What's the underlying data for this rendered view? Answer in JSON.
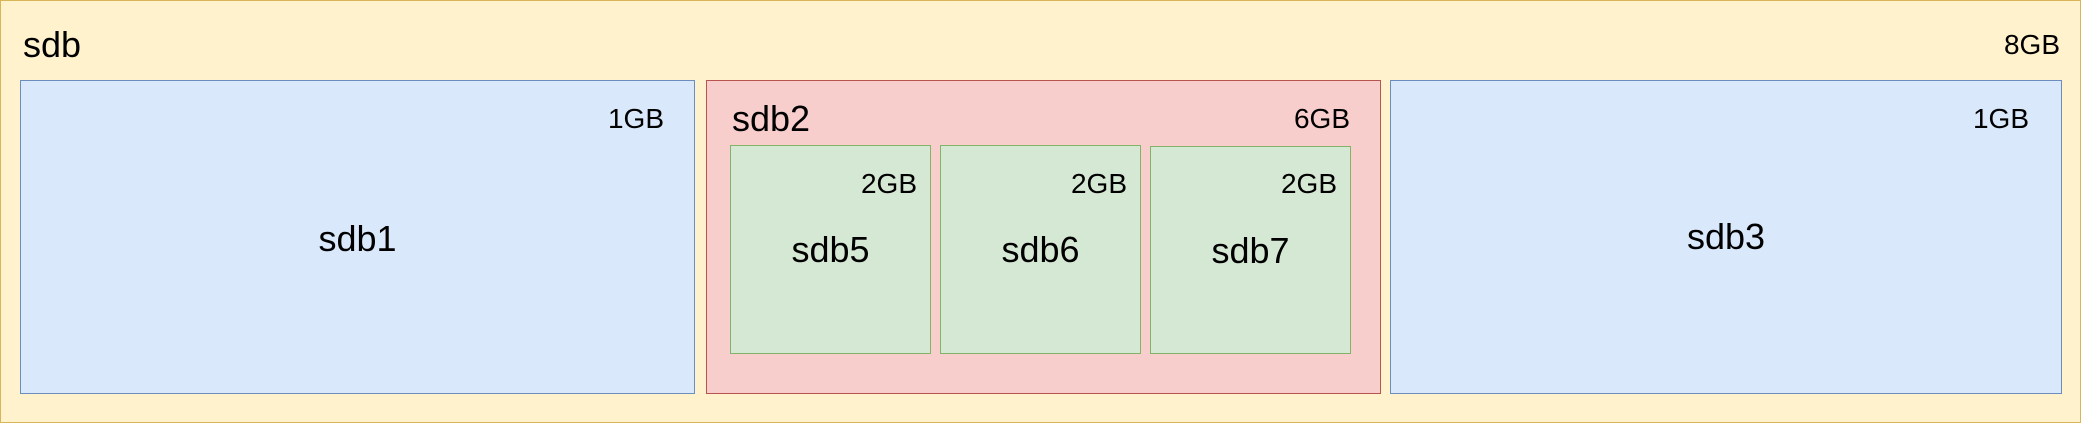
{
  "colors": {
    "disk_fill": "#fff2cc",
    "disk_border": "#d6b656",
    "primary_fill": "#dae8fc",
    "primary_border": "#6c8ebf",
    "extended_fill": "#f8cecc",
    "extended_border": "#b85450",
    "logical_fill": "#d5e8d4",
    "logical_border": "#82b366"
  },
  "disk": {
    "name": "sdb",
    "size": "8GB"
  },
  "partitions": {
    "sdb1": {
      "name": "sdb1",
      "size": "1GB"
    },
    "sdb2": {
      "name": "sdb2",
      "size": "6GB",
      "logical": [
        {
          "name": "sdb5",
          "size": "2GB"
        },
        {
          "name": "sdb6",
          "size": "2GB"
        },
        {
          "name": "sdb7",
          "size": "2GB"
        }
      ]
    },
    "sdb3": {
      "name": "sdb3",
      "size": "1GB"
    }
  }
}
